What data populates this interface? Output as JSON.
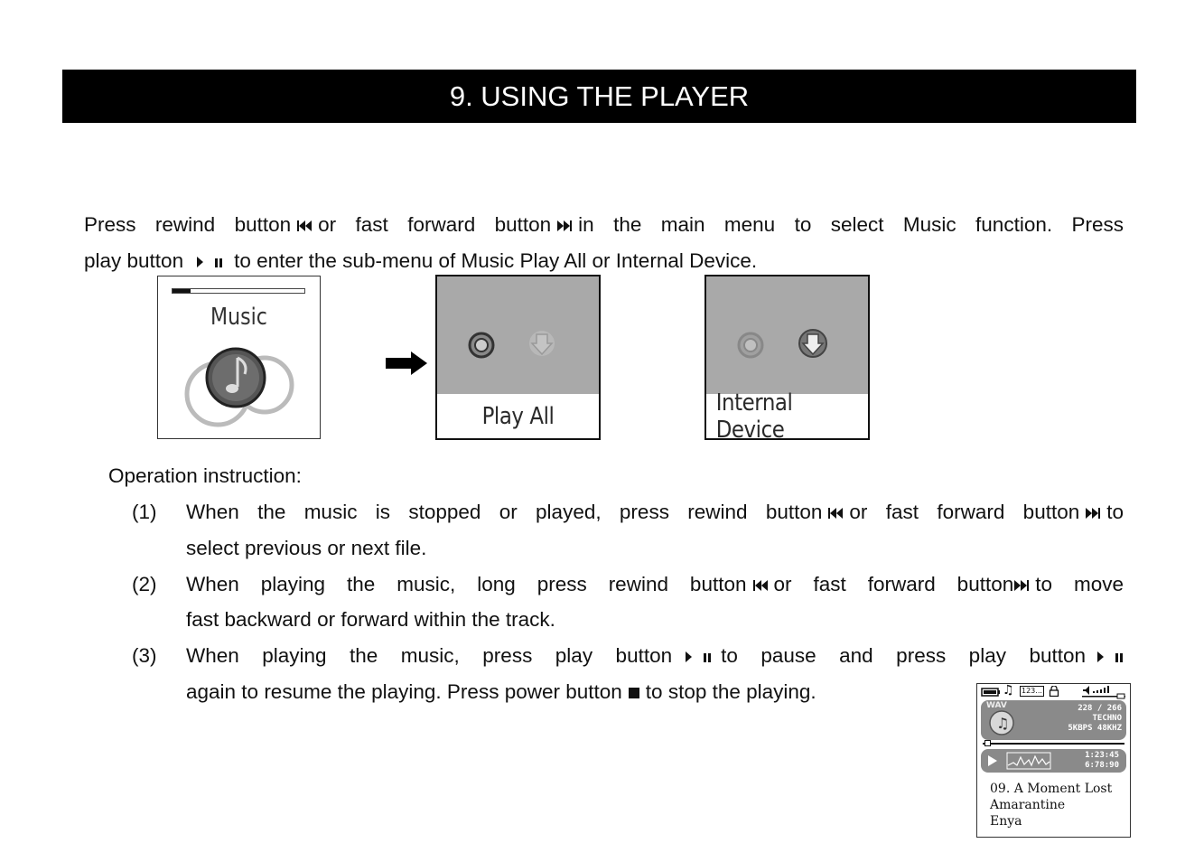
{
  "header": {
    "title": "9. USING THE PLAYER"
  },
  "intro": {
    "line1_a": "Press rewind button",
    "line1_b": "or fast forward button",
    "line1_c": "in the main menu to select Music function. Press",
    "line2_a": "play button",
    "line2_b": "to enter the sub-menu of Music Play All or Internal Device."
  },
  "screens": {
    "music_label": "Music",
    "play_all_label": "Play All",
    "internal_device_label": "Internal Device"
  },
  "instructions": {
    "heading": "Operation instruction:",
    "items": [
      {
        "num": "(1)",
        "l1_a": "When the music is stopped or played, press rewind button",
        "l1_b": "or fast forward button",
        "l1_c": "to",
        "l2": "select previous or next file."
      },
      {
        "num": "(2)",
        "l1_a": "When playing the music, long press rewind button",
        "l1_b": "or fast forward button",
        "l1_c": "to move",
        "l2": "fast backward or forward within the track."
      },
      {
        "num": "(3)",
        "l1_a": "When playing the music, press play button",
        "l1_b": "to pause and press play button",
        "l2_a": "again to resume the playing. Press power button",
        "l2_b": "to stop the playing."
      }
    ]
  },
  "player_screen": {
    "format": "WAV",
    "track_count": "228 / 266",
    "genre": "TECHNO",
    "bitrate": "5KBPS  48KHZ",
    "time_elapsed": "1:23:45",
    "time_total": "6:78:90",
    "status_num": "123...",
    "song_title": "09. A Moment Lost",
    "album": "Amarantine",
    "artist": "Enya"
  }
}
